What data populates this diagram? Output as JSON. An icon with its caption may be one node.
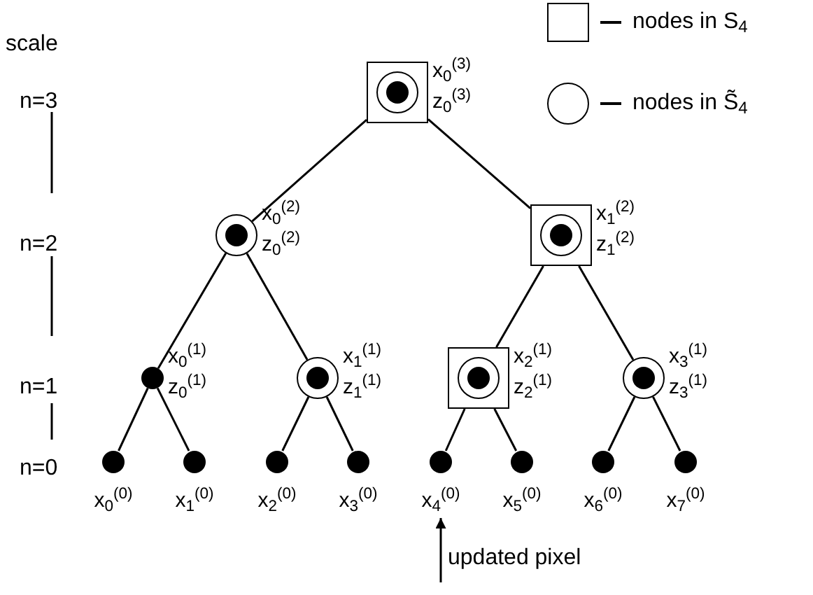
{
  "diagram": {
    "nodes": [
      {
        "text": [],
        "shape": "box",
        "beside": [
          "x$_{0}$$^{(3)}$",
          "z$_{0}$$^{(3)}$"
        ]
      },
      {
        "text": [],
        "shape": "circle",
        "beside": [
          "x$_{0}$$^{(2)}$",
          "z$_{0}$$^{(2)}$"
        ]
      },
      {
        "text": [],
        "shape": "box",
        "beside": [
          "x$_{1}$$^{(2)}$",
          "z$_{1}$$^{(2)}$"
        ]
      },
      {
        "text": [],
        "shape": "dot",
        "beside": [
          "x$_{0}$$^{(1)}$",
          "z$_{0}$$^{(1)}$"
        ]
      },
      {
        "text": [],
        "shape": "circle",
        "beside": [
          "x$_{1}$$^{(1)}$",
          "z$_{1}$$^{(1)}$"
        ]
      },
      {
        "text": [],
        "shape": "box",
        "beside": [
          "x$_{2}$$^{(1)}$",
          "z$_{2}$$^{(1)}$"
        ]
      },
      {
        "text": [],
        "shape": "circle",
        "beside": [
          "x$_{3}$$^{(1)}$",
          "z$_{3}$$^{(1)}$"
        ]
      },
      {
        "text": [],
        "shape": "dot",
        "beside": [
          "x$_{0}$$^{(0)}$"
        ]
      },
      {
        "text": [],
        "shape": "dot",
        "beside": [
          "x$_{1}$$^{(0)}$"
        ]
      },
      {
        "text": [],
        "shape": "dot",
        "beside": [
          "x$_{2}$$^{(0)}$"
        ]
      },
      {
        "text": [],
        "shape": "dot",
        "beside": [
          "x$_{3}$$^{(0)}$"
        ]
      },
      {
        "text": [],
        "shape": "dot",
        "beside": [
          "x$_{4}$$^{(0)}$"
        ]
      },
      {
        "text": [],
        "shape": "dot",
        "beside": [
          "x$_{5}$$^{(0)}$"
        ]
      },
      {
        "text": [],
        "shape": "dot",
        "beside": [
          "x$_{6}$$^{(0)}$"
        ]
      },
      {
        "text": [],
        "shape": "dot",
        "beside": [
          "x$_{7}$$^{(0)}$"
        ]
      }
    ],
    "edges": [
      {
        "from": 0,
        "to": 1,
        "arrow": "none"
      },
      {
        "from": 0,
        "to": 2,
        "arrow": "none"
      },
      {
        "from": 1,
        "to": 3,
        "arrow": "none"
      },
      {
        "from": 1,
        "to": 4,
        "arrow": "none"
      },
      {
        "from": 2,
        "to": 5,
        "arrow": "none"
      },
      {
        "from": 2,
        "to": 6,
        "arrow": "none"
      },
      {
        "from": 3,
        "to": 7,
        "arrow": "none"
      },
      {
        "from": 3,
        "to": 8,
        "arrow": "none"
      },
      {
        "from": 4,
        "to": 9,
        "arrow": "none"
      },
      {
        "from": 4,
        "to": 10,
        "arrow": "none"
      },
      {
        "from": 5,
        "to": 11,
        "arrow": "none"
      },
      {
        "from": 5,
        "to": 12,
        "arrow": "none"
      },
      {
        "from": 6,
        "to": 13,
        "arrow": "none"
      },
      {
        "from": 6,
        "to": 14,
        "arrow": "none"
      },
      {
        "from": null,
        "to": 11,
        "arrow": "to"
      }
    ],
    "labels": [
      "scale",
      "n=3",
      "n=2",
      "n=1",
      "n=0",
      "updated pixel"
    ],
    "legend": [
      {
        "text": "nodes in S$_{4}$"
      },
      {
        "text": "nodes in S̃$_{4}$"
      }
    ]
  }
}
